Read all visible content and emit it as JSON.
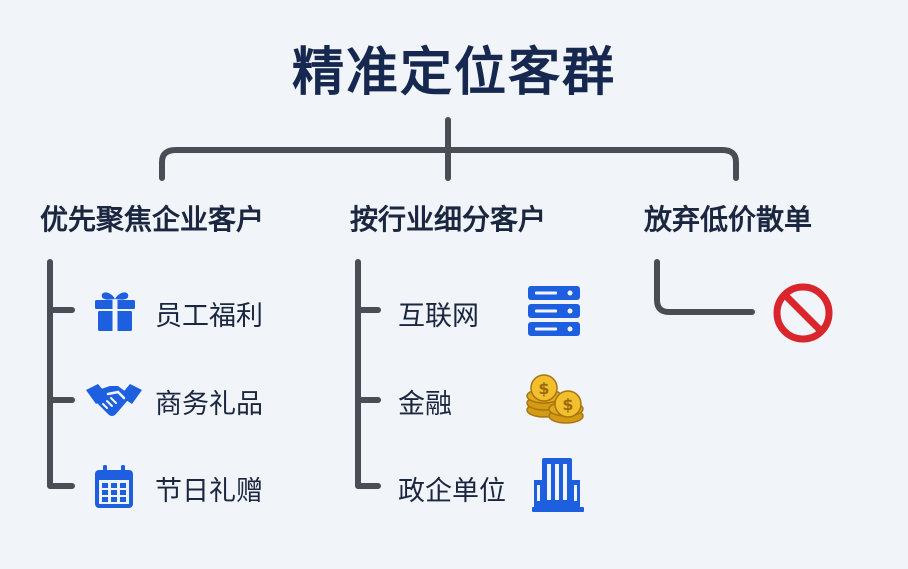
{
  "title": "精准定位客群",
  "branches": [
    {
      "title": "优先聚焦企业客户",
      "items": [
        {
          "label": "员工福利",
          "icon": "gift-icon"
        },
        {
          "label": "商务礼品",
          "icon": "handshake-icon"
        },
        {
          "label": "节日礼赠",
          "icon": "calendar-icon"
        }
      ]
    },
    {
      "title": "按行业细分客户",
      "items": [
        {
          "label": "互联网",
          "icon": "server-icon"
        },
        {
          "label": "金融",
          "icon": "coins-icon"
        },
        {
          "label": "政企单位",
          "icon": "building-icon"
        }
      ]
    },
    {
      "title": "放弃低价散单",
      "items": [
        {
          "label": "",
          "icon": "prohibited-icon"
        }
      ]
    }
  ],
  "colors": {
    "line": "#4a4d55",
    "title": "#16284f",
    "text": "#1b2640",
    "icon_blue": "#1e5fe0",
    "coin_gold": "#e3a81e",
    "prohibited_red": "#d9262c"
  }
}
